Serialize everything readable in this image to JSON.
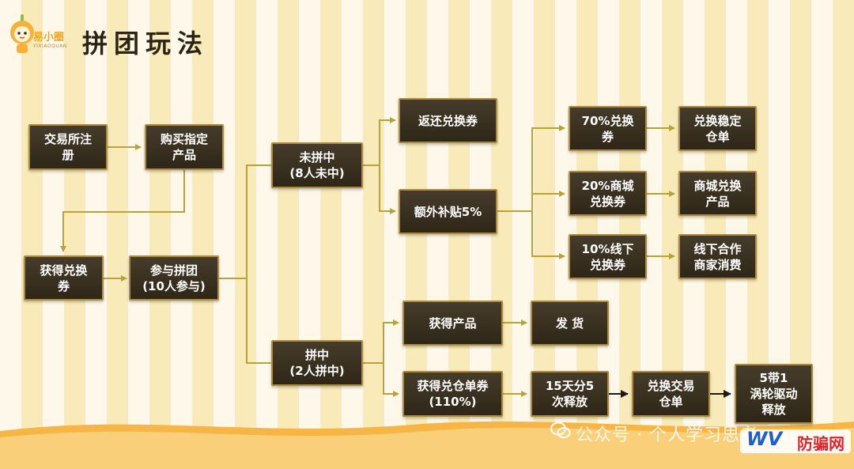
{
  "brand": {
    "name": "易小圈",
    "sub": "YIXIAOQUAN"
  },
  "title": "拼团玩法",
  "nodes": {
    "register": "交易所注\n册",
    "buy": "购买指定\n产品",
    "get_voucher": "获得兑换\n券",
    "join": "参与拼团\n(10人参与)",
    "lose": "未拼中\n(8人未中)",
    "refund": "返还兑换券",
    "subsidy": "额外补贴5%",
    "p70": "70%兑换\n券",
    "p70_result": "兑换稳定\n仓单",
    "p20": "20%商城\n兑换券",
    "p20_result": "商城兑换\n产品",
    "p10": "10%线下\n兑换券",
    "p10_result": "线下合作\n商家消费",
    "win": "拼中\n(2人拼中)",
    "get_product": "获得产品",
    "ship": "发  货",
    "warehouse_voucher": "获得兑仓单券\n(110%)",
    "release": "15天分5\n次释放",
    "exchange": "兑换交易\n仓单",
    "turbo": "5带1\n涡轮驱动\n释放"
  },
  "watermark": "公众号 · 个人学习思考",
  "badge": {
    "logo": "WV",
    "text": "防骗网"
  },
  "colors": {
    "node_bg": "#3a3020",
    "node_border": "#b08a3c",
    "connector": "#b8a33a",
    "title": "#2b2415"
  }
}
